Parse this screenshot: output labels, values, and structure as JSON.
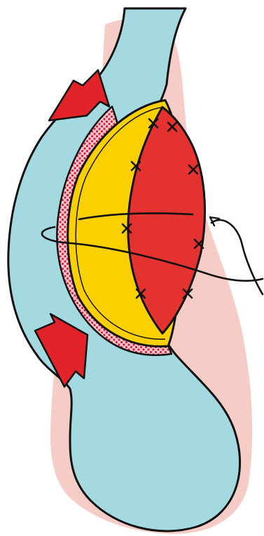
{
  "figure": {
    "type": "anatomical-illustration",
    "labels": []
  },
  "palette": {
    "background": "#ffffff",
    "tissue_pink": "#f6cdc6",
    "vessel_blue": "#a5d9e0",
    "patch_yellow": "#fbd000",
    "patch_red": "#e3322f",
    "arrow_red": "#e3232a",
    "dotted_layer_base": "#f4c7cf",
    "dotted_layer_dots": "#d9203a",
    "outline": "#111111"
  },
  "elements": {
    "arrow_count": 2,
    "suture_stitch_count": 8,
    "suture_strands": 2
  }
}
